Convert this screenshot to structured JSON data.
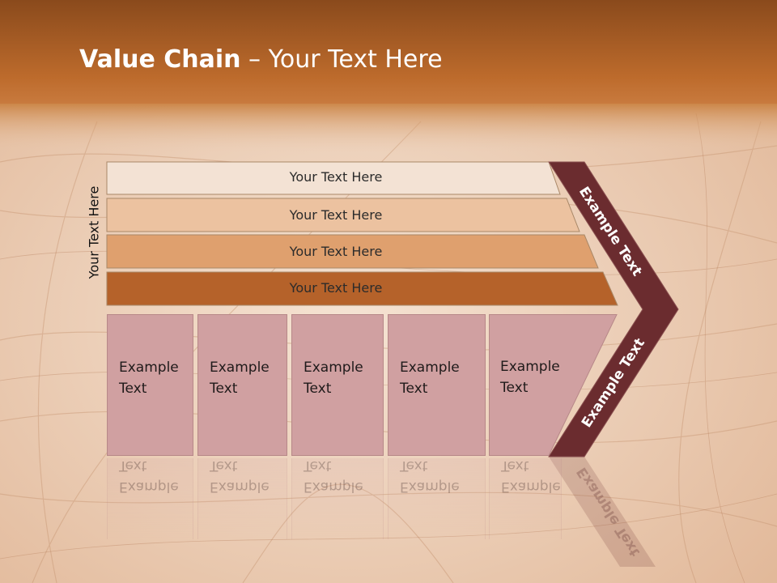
{
  "title": {
    "bold": "Value Chain",
    "rest": " – Your Text Here"
  },
  "side_label": "Your Text Here",
  "support_bars": [
    {
      "label": "Your Text Here",
      "color": "#f3e2d4"
    },
    {
      "label": "Your Text Here",
      "color": "#ecc2a0"
    },
    {
      "label": "Your Text Here",
      "color": "#dfa06e"
    },
    {
      "label": "Your Text Here",
      "color": "#b5622a"
    }
  ],
  "primary_boxes": [
    {
      "line1": "Example",
      "line2": "Text"
    },
    {
      "line1": "Example",
      "line2": "Text"
    },
    {
      "line1": "Example",
      "line2": "Text"
    },
    {
      "line1": "Example",
      "line2": "Text"
    },
    {
      "line1": "Example",
      "line2": "Text"
    }
  ],
  "chevron": {
    "upper": "Example Text",
    "lower": "Example Text",
    "color": "#6b2c2f"
  },
  "colors": {
    "header": "#b5652a",
    "box": "#d0a0a1"
  }
}
